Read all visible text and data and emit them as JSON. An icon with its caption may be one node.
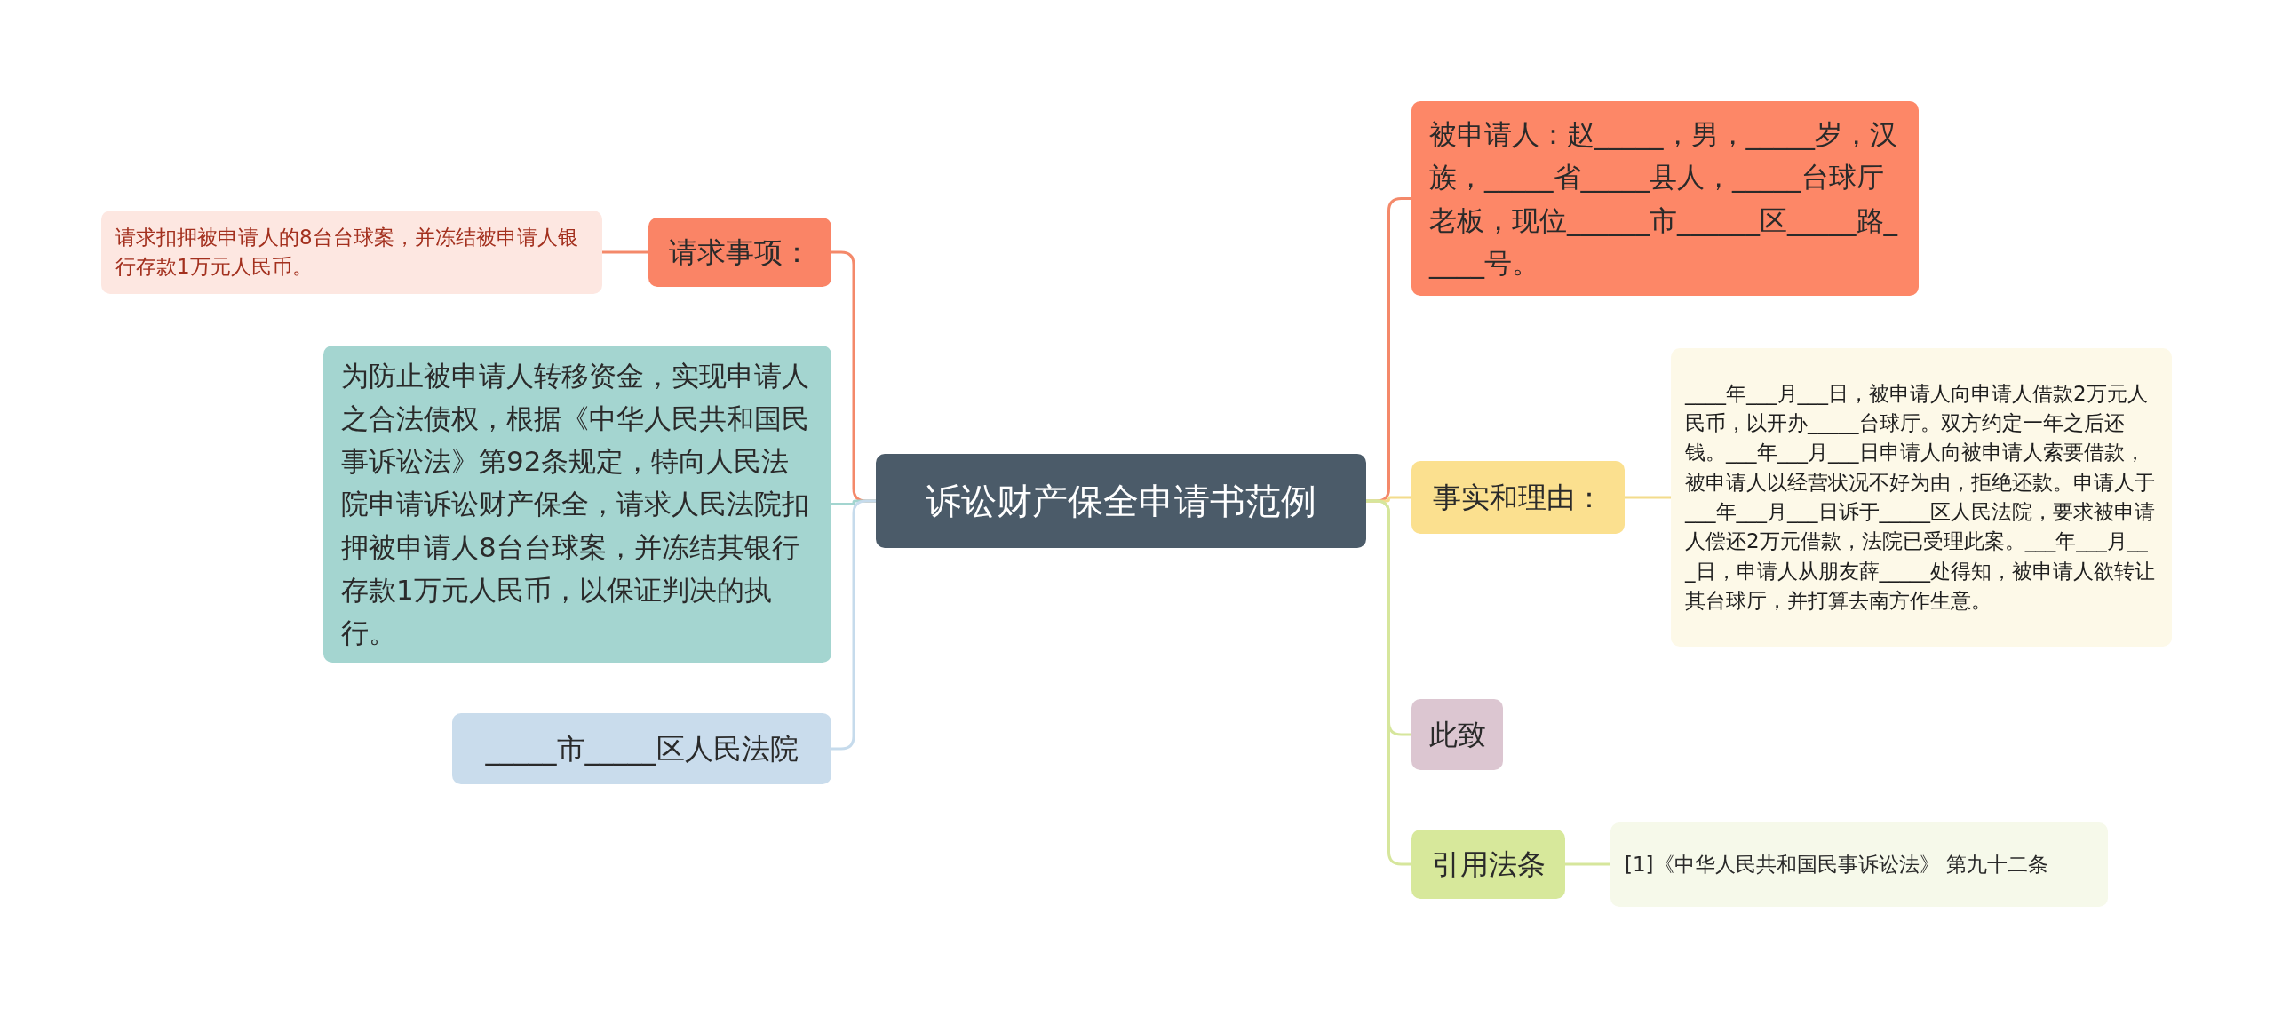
{
  "diagram": {
    "nodes": [
      {
        "text": [
          "诉讼财产保全申请书范例"
        ]
      },
      {
        "text": [
          "请求事项："
        ]
      },
      {
        "text": [
          "请求扣押被申请人的8台台球案，并冻结被申请人银行存款1万元人民币。"
        ]
      },
      {
        "text": [
          "为防止被申请人转移资金，实现申请人之合法债权，根据《中华人民共和国民事诉讼法》第92条规定，特向人民法院申请诉讼财产保全，请求人民法院扣押被申请人8台台球案，并冻结其银行存款1万元人民币，以保证判决的执行。"
        ]
      },
      {
        "text": [
          "_____市_____区人民法院"
        ]
      },
      {
        "text": [
          "被申请人：赵_____，男，_____岁，汉族，_____省_____县人，_____台球厅老板，现位______市______区_____路_____号。"
        ]
      },
      {
        "text": [
          "事实和理由："
        ]
      },
      {
        "text": [
          "____年___月___日，被申请人向申请人借款2万元人民币，以开办_____台球厅。双方约定一年之后还钱。___年___月___日申请人向被申请人索要借款，被申请人以经营状况不好为由，拒绝还款。申请人于___年___月___日诉于_____区人民法院，要求被申请人偿还2万元借款，法院已受理此案。___年___月___日，申请人从朋友薛_____处得知，被申请人欲转让其台球厅，并打算去南方作生意。"
        ]
      },
      {
        "text": [
          "此致"
        ]
      },
      {
        "text": [
          "引用法条"
        ]
      },
      {
        "text": [
          "[1]《中华人民共和国民事诉讼法》 第九十二条"
        ]
      }
    ],
    "edges": [
      {
        "from": 0,
        "to": 1,
        "arrow": "none",
        "color": "#f4896a"
      },
      {
        "from": 0,
        "to": 3,
        "arrow": "none",
        "color": "#a3d5d0"
      },
      {
        "from": 0,
        "to": 4,
        "arrow": "none",
        "color": "#c6dbec"
      },
      {
        "from": 1,
        "to": 2,
        "arrow": "none",
        "color": "#f4896a"
      },
      {
        "from": 0,
        "to": 5,
        "arrow": "none",
        "color": "#f4896a"
      },
      {
        "from": 0,
        "to": 6,
        "arrow": "none",
        "color": "#f3dc8c"
      },
      {
        "from": 0,
        "to": 8,
        "arrow": "none",
        "color": "#d6e69c"
      },
      {
        "from": 0,
        "to": 9,
        "arrow": "none",
        "color": "#d6e69c"
      },
      {
        "from": 6,
        "to": 7,
        "arrow": "none",
        "color": "#f3dc8c"
      },
      {
        "from": 9,
        "to": 10,
        "arrow": "none",
        "color": "#d6e69c"
      }
    ]
  }
}
